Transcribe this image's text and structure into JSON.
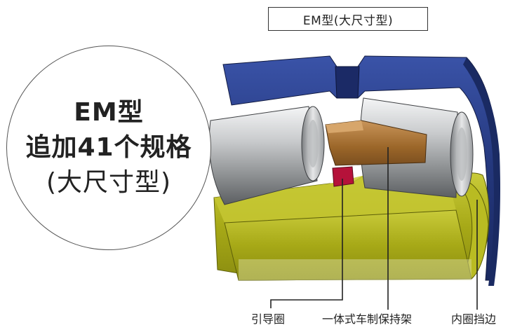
{
  "header": {
    "type_box": "EM型(大尺寸型)"
  },
  "callout": {
    "line1": "EM型",
    "line2": "追加41个规格",
    "line3": "(大尺寸型)"
  },
  "labels": {
    "guide_ring": "引导圈",
    "cage": "一体式车制保持架",
    "inner_rib": "内圈挡边"
  },
  "colors": {
    "outer_ring": "#2b3f8a",
    "inner_ring": "#b3b51c",
    "cage": "#a36a2c",
    "guide_ring": "#b5123a",
    "roller": "#c8cacc"
  }
}
